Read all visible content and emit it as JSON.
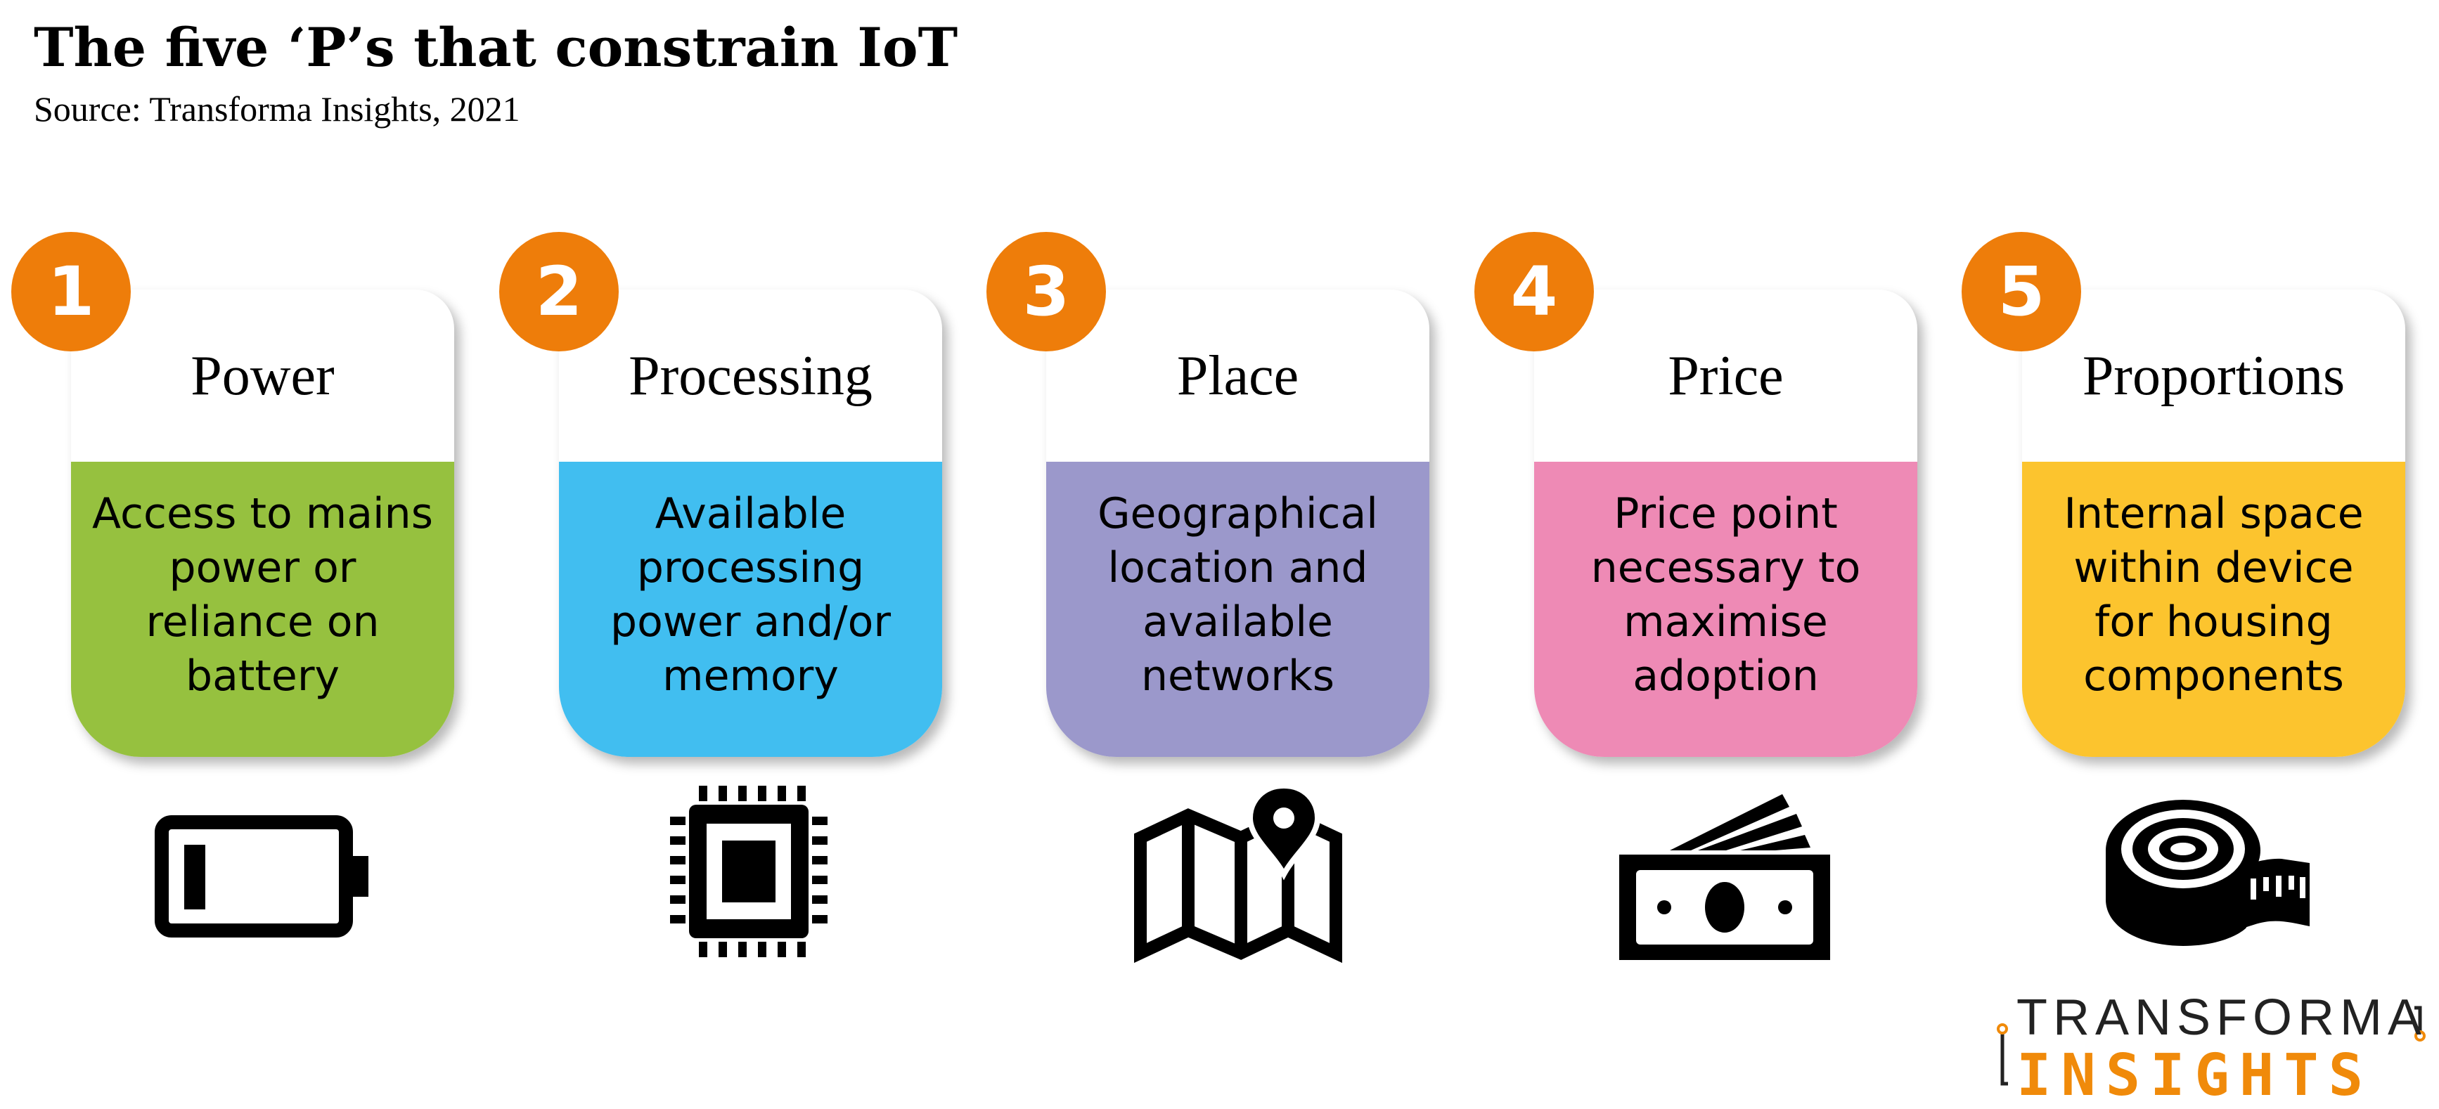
{
  "title": "The five ‘P’s that constrain IoT",
  "subtitle": "Source: Transforma Insights, 2021",
  "colors": {
    "badge": "#EE7D0A",
    "logo_orange": "#F08A0A"
  },
  "items": [
    {
      "number": "1",
      "name": "Power",
      "description": "Access to mains power or reliance on battery",
      "color": "#96C13F",
      "icon": "battery-icon"
    },
    {
      "number": "2",
      "name": "Processing",
      "description": "Available processing power and/or memory",
      "color": "#41BEF0",
      "icon": "cpu-chip-icon"
    },
    {
      "number": "3",
      "name": "Place",
      "description": "Geographical location and available networks",
      "color": "#9B98CB",
      "icon": "map-pin-icon"
    },
    {
      "number": "4",
      "name": "Price",
      "description": "Price point necessary to maximise adoption",
      "color": "#EE8AB5",
      "icon": "banknotes-icon"
    },
    {
      "number": "5",
      "name": "Proportions",
      "description": "Internal space within device for housing components",
      "color": "#FCC42E",
      "icon": "tape-measure-icon"
    }
  ],
  "logo": {
    "line1": "TRANSFORMA",
    "line2": "INSIGHTS"
  }
}
